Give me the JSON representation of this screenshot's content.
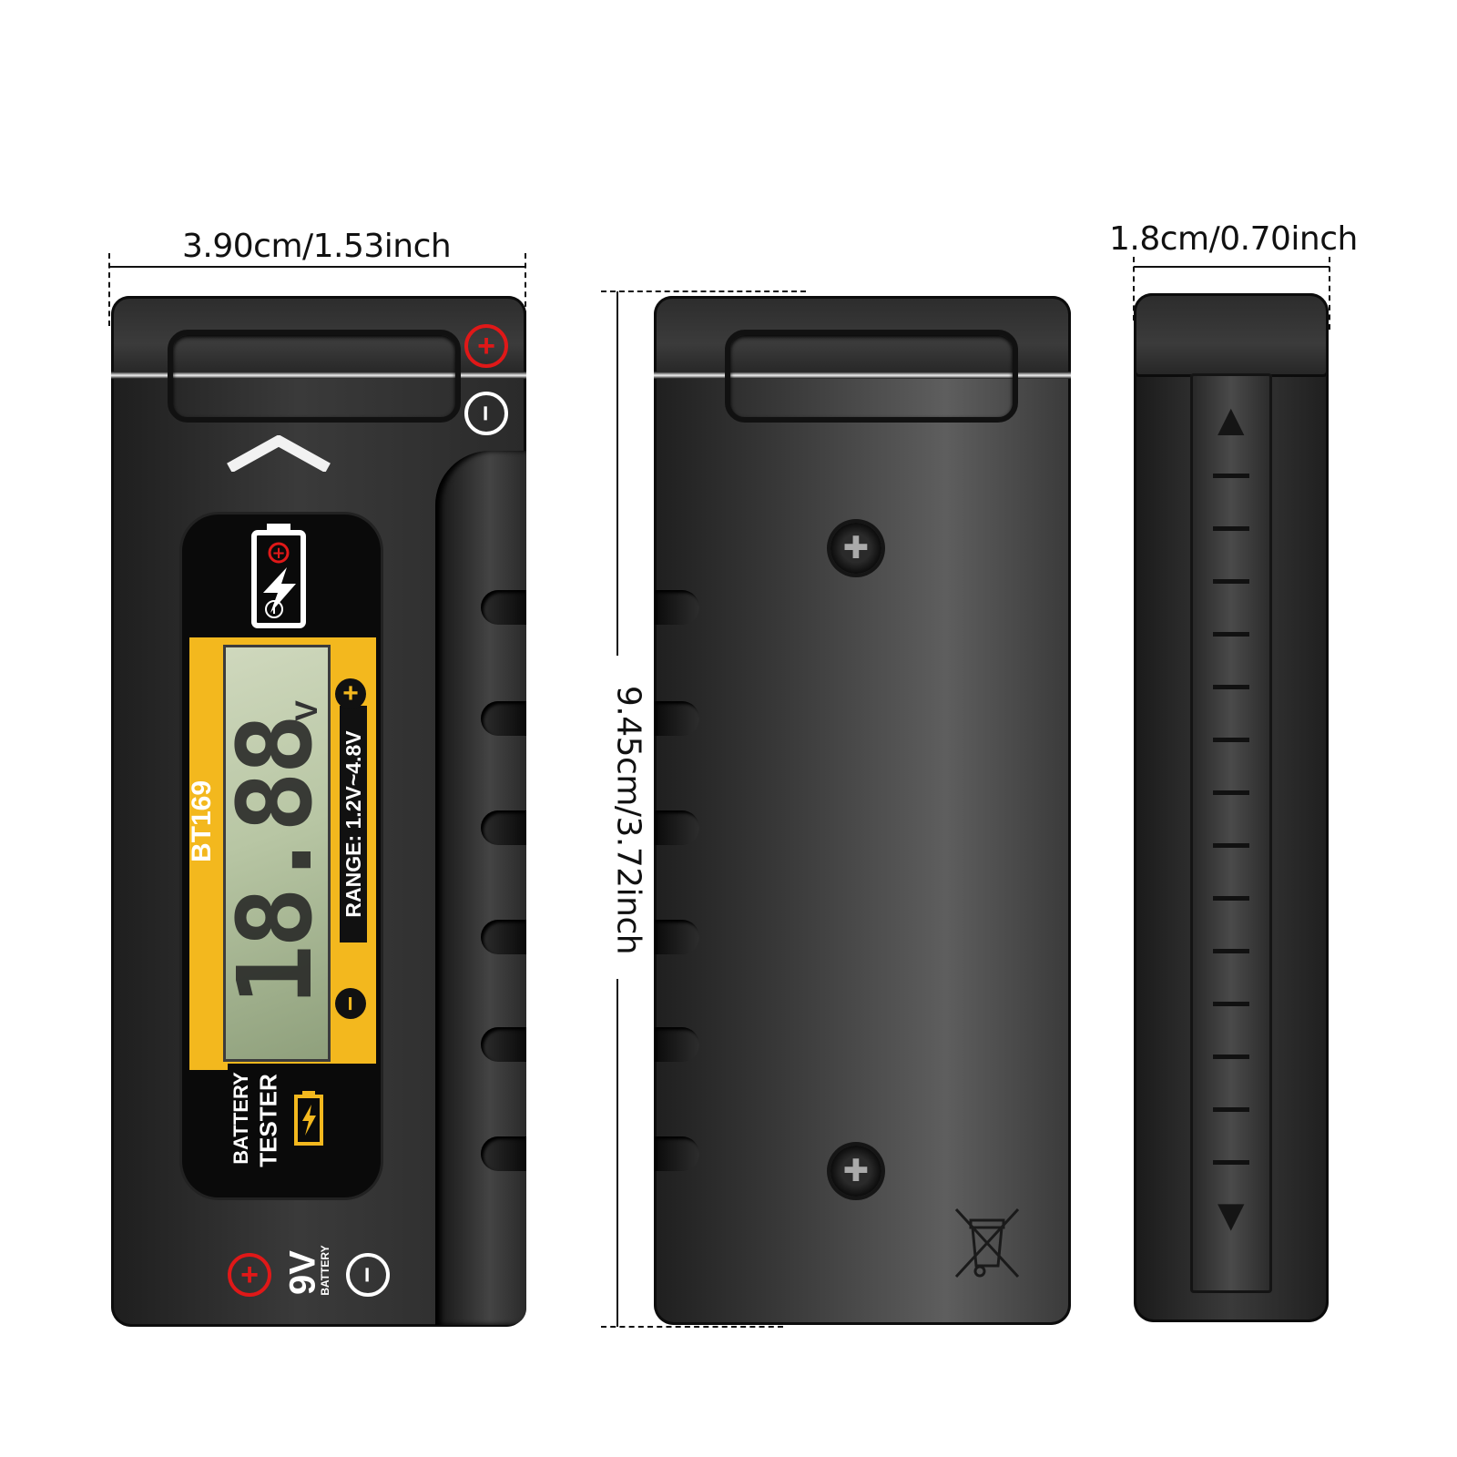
{
  "dimensions": {
    "width": "3.90cm/1.53inch",
    "height": "9.45cm/3.72inch",
    "depth": "1.8cm/0.70inch"
  },
  "front": {
    "top_plus": "+",
    "top_minus": "−",
    "arrow": "︿",
    "model": "BT169",
    "lcd_reading": "18.88",
    "lcd_unit": "V",
    "range_label": "RANGE: 1.2V~4.8V",
    "range_plus": "+",
    "range_minus": "−",
    "title_line1": "BATTERY",
    "title_line2": "TESTER",
    "battery_icon_plus": "+",
    "battery_icon_minus": "−",
    "nine_v": "9V",
    "nine_v_sub": "BATTERY",
    "bottom_plus": "+",
    "bottom_minus": "−"
  },
  "back": {
    "screw_glyph": "✚",
    "weee_icon": "crossed-bin"
  },
  "side": {
    "up_arrow": "▲",
    "down_arrow": "▼",
    "tick_count": 14
  },
  "colors": {
    "accent_yellow": "#f3b81e",
    "positive_red": "#e01818",
    "body_dark": "#2a2a2a",
    "lcd_green": "#b8c6a4"
  }
}
